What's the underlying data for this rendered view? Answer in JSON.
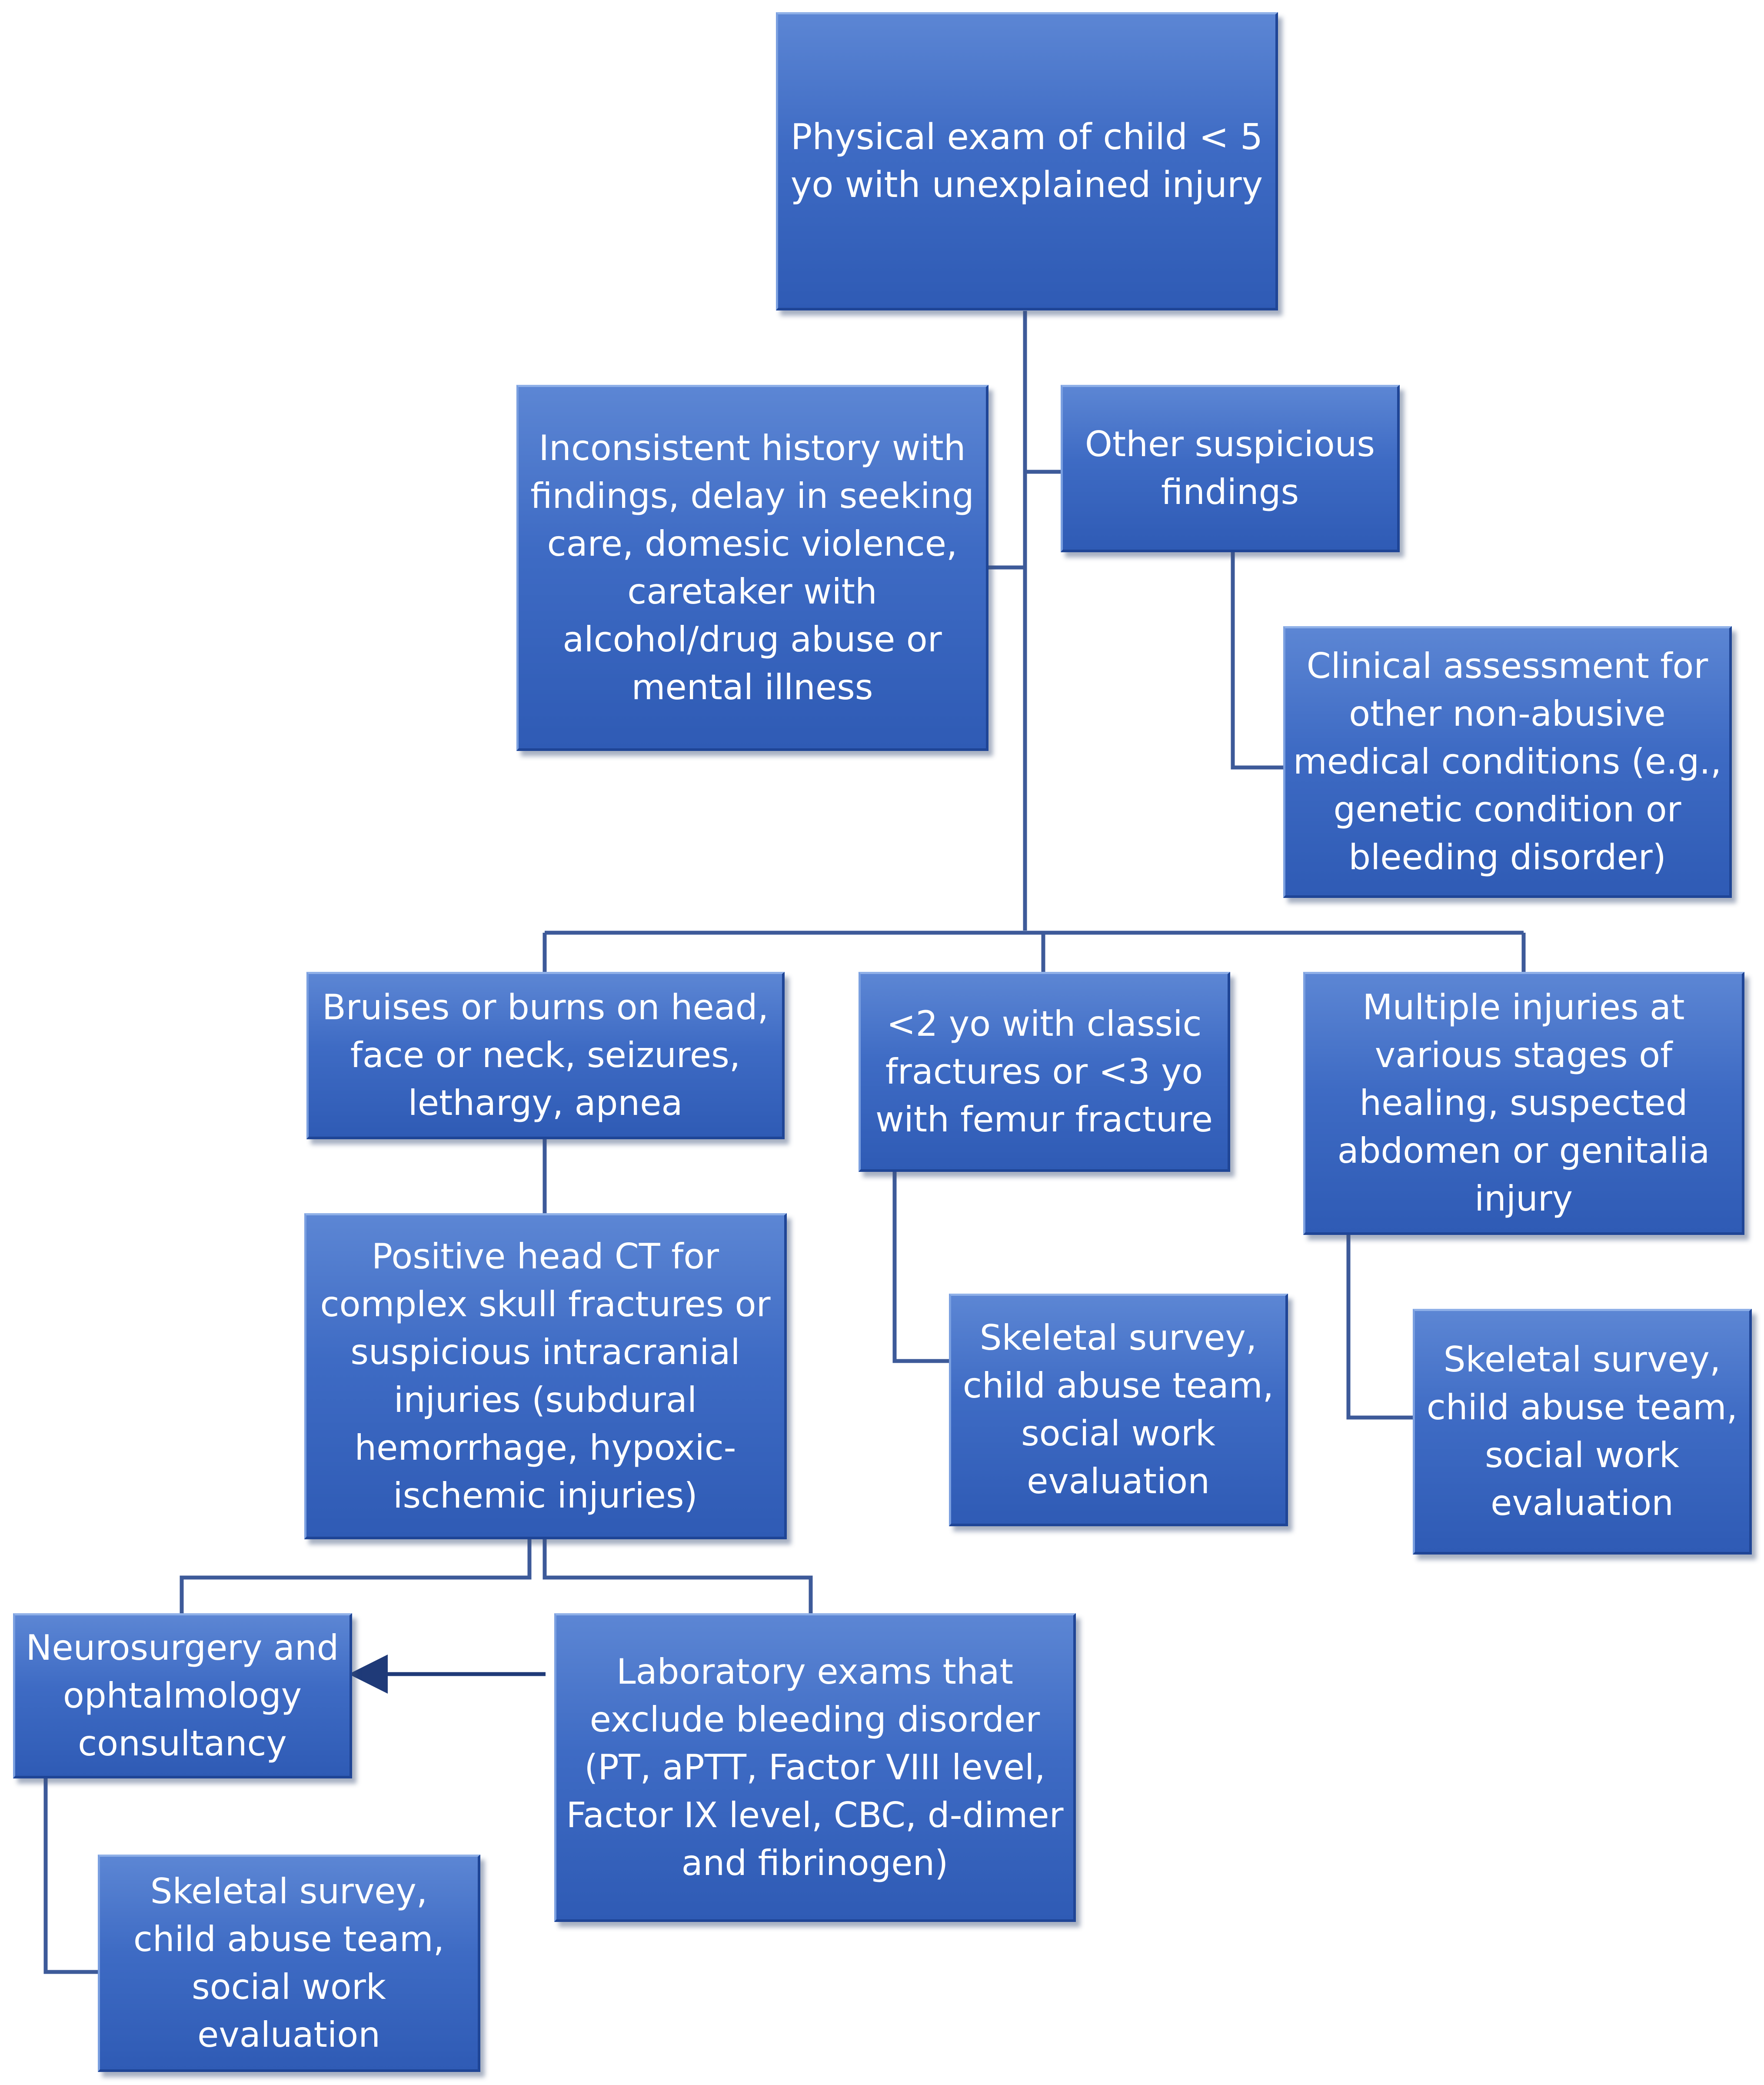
{
  "nodes": {
    "root": "Physical exam of child < 5 yo with unexplained injury",
    "history": "Inconsistent history with findings, delay in seeking care, domesic violence, caretaker with alcohol/drug abuse or mental illness",
    "other_findings": "Other suspicious findings",
    "clinical_assessment": "Clinical assessment for other non-abusive medical conditions (e.g., genetic condition or bleeding disorder)",
    "bruises": "Bruises or burns on head, face or neck, seizures, lethargy, apnea",
    "fractures": "<2 yo with classic fractures or <3 yo with femur fracture",
    "multiple_injuries": "Multiple injuries at various stages of healing, suspected abdomen or genitalia injury",
    "head_ct": "Positive head CT  for complex skull fractures or suspicious intracranial injuries (subdural hemorrhage, hypoxic-ischemic injuries)",
    "skeletal_survey_mid": "Skeletal survey, child abuse team, social work evaluation",
    "skeletal_survey_right": "Skeletal survey, child abuse team, social work evaluation",
    "neurosurgery": "Neurosurgery and ophtalmology consultancy",
    "lab_exams": "Laboratory exams that exclude bleeding disorder (PT, aPTT, Factor VIII level, Factor IX level, CBC, d-dimer and fibrinogen)",
    "skeletal_survey_left": "Skeletal survey, child abuse team, social work evaluation"
  },
  "colors": {
    "box_fill": "#3e6bc4",
    "box_text": "#ffffff",
    "connector": "#3d5a99",
    "arrow": "#1f3a78"
  }
}
